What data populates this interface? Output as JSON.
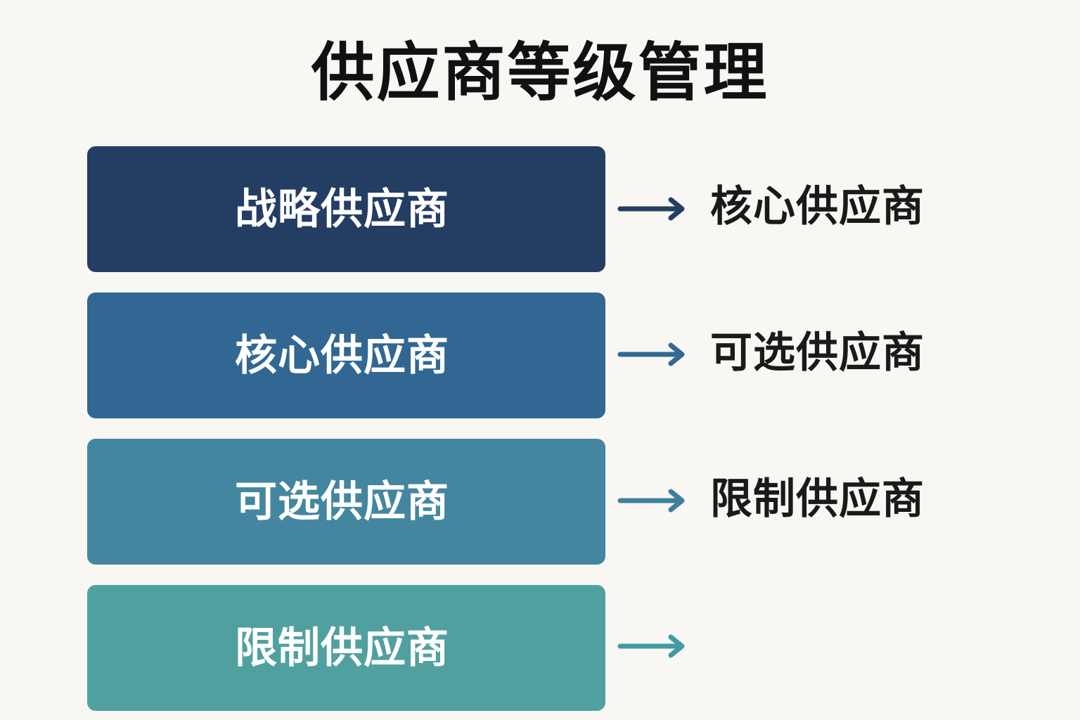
{
  "title": "供应商等级管理",
  "tiers": [
    {
      "label": "战略供应商",
      "next": "核心供应商",
      "color": "#233d63",
      "arrow_color": "#243f62"
    },
    {
      "label": "核心供应商",
      "next": "可选供应商",
      "color": "#316792",
      "arrow_color": "#336893"
    },
    {
      "label": "可选供应商",
      "next": "限制供应商",
      "color": "#44869f",
      "arrow_color": "#3f7f9e"
    },
    {
      "label": "限制供应商",
      "next": "",
      "color": "#51a0a0",
      "arrow_color": "#449aa2"
    }
  ]
}
